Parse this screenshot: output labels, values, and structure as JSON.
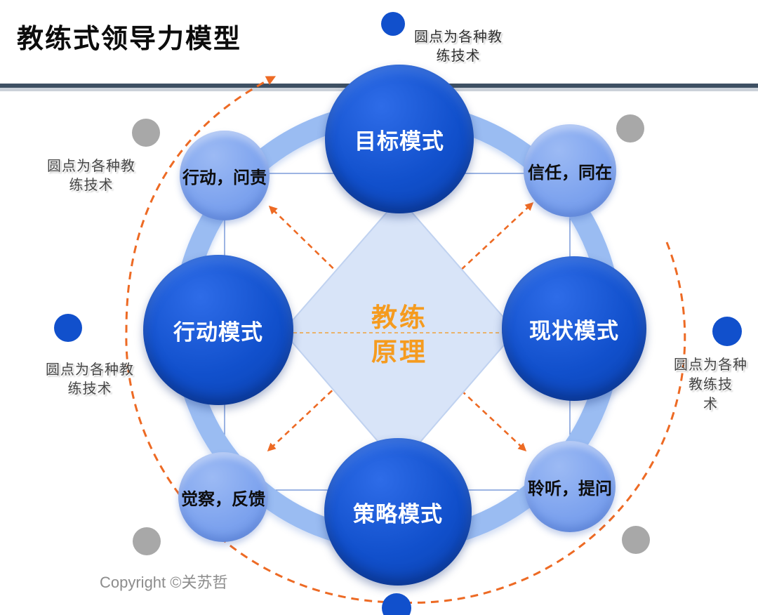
{
  "title": "教练式领导力模型",
  "nodes": {
    "large": [
      {
        "id": "goal",
        "label": "目标模式"
      },
      {
        "id": "reality",
        "label": "现状模式"
      },
      {
        "id": "strategy",
        "label": "策略模式"
      },
      {
        "id": "action",
        "label": "行动模式"
      }
    ],
    "small": [
      {
        "id": "action-accountability",
        "label": "行动，问责"
      },
      {
        "id": "trust-presence",
        "label": "信任，同在"
      },
      {
        "id": "awareness-feedback",
        "label": "觉察，反馈"
      },
      {
        "id": "listening-questioning",
        "label": "聆听，提问"
      }
    ]
  },
  "center": {
    "line1": "教练",
    "line2": "原理"
  },
  "annotations": {
    "top": {
      "line1": "圆点为各种教",
      "line2": "练技术"
    },
    "upper_left": {
      "line1": "圆点为各种教",
      "line2": "练技术"
    },
    "middle_left": {
      "line1": "圆点为各种教",
      "line2": "练技术"
    },
    "middle_right": {
      "line1": "圆点为各种",
      "line2": "教练技",
      "line3": "术"
    }
  },
  "copyright": "Copyright ©关苏哲",
  "colors": {
    "large_circle": "#1150CC",
    "small_circle": "#7CA2EE",
    "ring": "#9ABCF2",
    "diamond_fill": "#D8E4F8",
    "accent_orange": "#ED6A24",
    "center_text_orange": "#F59B1F",
    "dashed_midline_orange": "#EFA23C",
    "connector_blue": "#5B83D0",
    "dot_blue": "#1150CC",
    "dot_gray": "#A8A8A8",
    "separator_dark": "#3E5063"
  }
}
